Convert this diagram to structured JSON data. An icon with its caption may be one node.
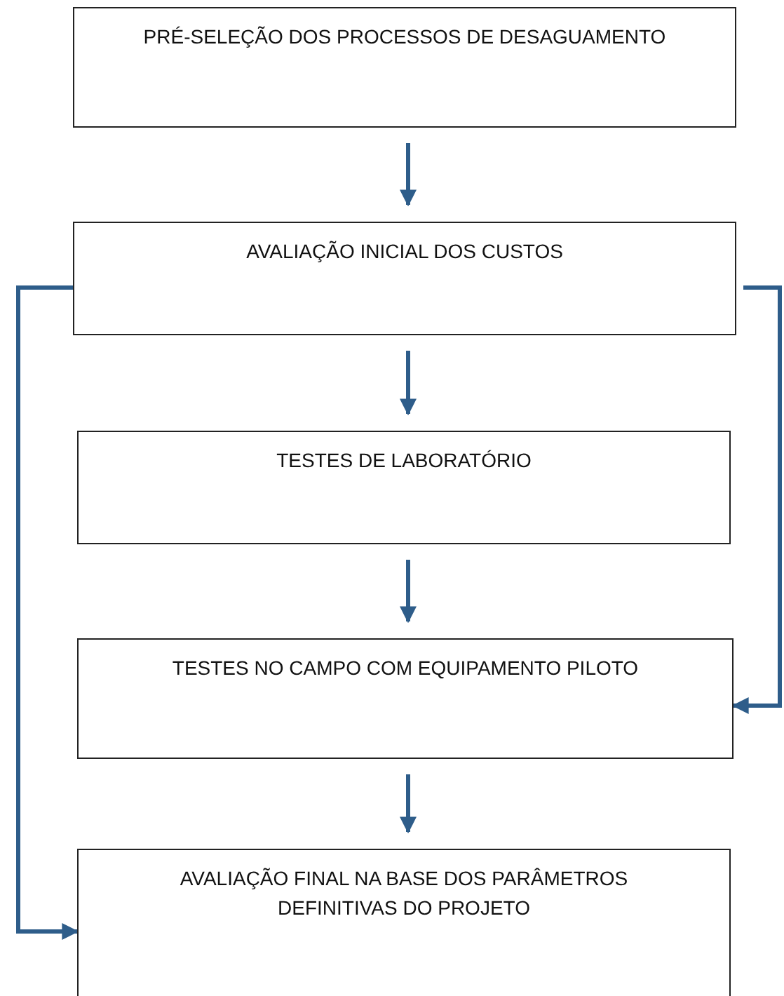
{
  "diagram": {
    "nodes": [
      {
        "text": [
          "PRÉ-SELEÇÃO DOS PROCESSOS DE DESAGUAMENTO"
        ]
      },
      {
        "text": [
          "AVALIAÇÃO INICIAL DOS CUSTOS"
        ]
      },
      {
        "text": [
          "TESTES DE LABORATÓRIO"
        ]
      },
      {
        "text": [
          "TESTES NO CAMPO COM EQUIPAMENTO PILOTO"
        ]
      },
      {
        "text": [
          "AVALIAÇÃO FINAL NA BASE DOS PARÂMETROS DEFINITIVAS DO PROJETO"
        ]
      }
    ],
    "edges": [
      {
        "from": 0,
        "to": 1,
        "arrow": "to"
      },
      {
        "from": 1,
        "to": 2,
        "arrow": "to"
      },
      {
        "from": 2,
        "to": 3,
        "arrow": "to"
      },
      {
        "from": 3,
        "to": 4,
        "arrow": "to"
      },
      {
        "from": 1,
        "to": 4,
        "arrow": "to"
      },
      {
        "from": 1,
        "to": 3,
        "arrow": "to"
      }
    ]
  }
}
